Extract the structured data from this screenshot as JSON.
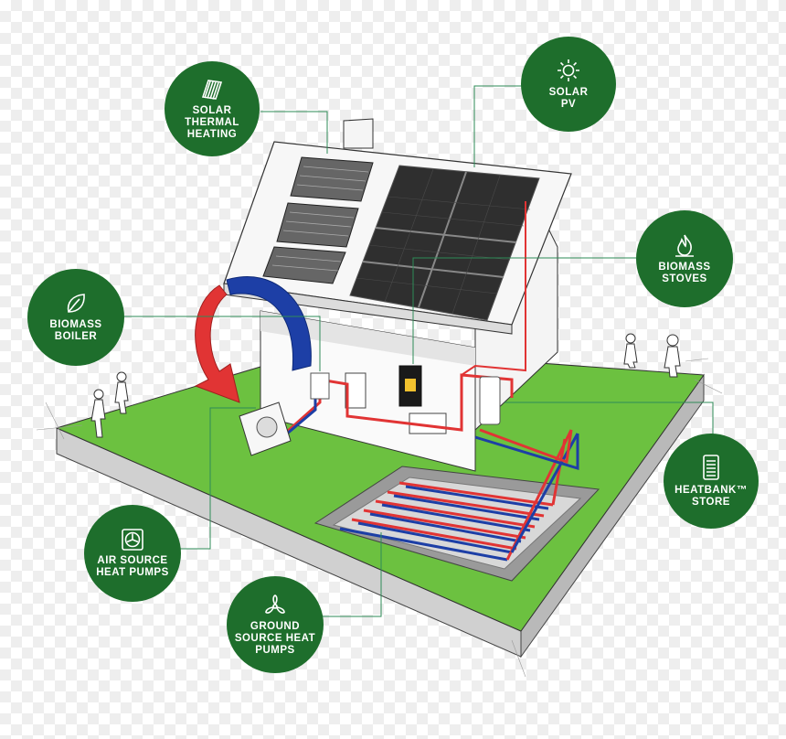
{
  "colors": {
    "badge": "#1e6e2c",
    "grass": "#6cc140",
    "hot": "#e13434",
    "cold": "#1d3fa6",
    "leader": "#2e8b57"
  },
  "badges": [
    {
      "id": "solar-thermal",
      "label": "SOLAR\nTHERMAL\nHEATING",
      "icon": "solar-thermal-panel-icon"
    },
    {
      "id": "solar-pv",
      "label": "SOLAR\nPV",
      "icon": "sun-icon"
    },
    {
      "id": "biomass-stoves",
      "label": "BIOMASS\nSTOVES",
      "icon": "flame-icon"
    },
    {
      "id": "biomass-boiler",
      "label": "BIOMASS\nBOILER",
      "icon": "leaf-icon"
    },
    {
      "id": "heatbank",
      "label": "HEATBANK™\nSTORE",
      "icon": "heat-store-icon"
    },
    {
      "id": "air-source",
      "label": "AIR SOURCE\nHEAT PUMPS",
      "icon": "fan-icon"
    },
    {
      "id": "ground-source",
      "label": "GROUND\nSOURCE HEAT\nPUMPS",
      "icon": "propeller-icon"
    }
  ]
}
